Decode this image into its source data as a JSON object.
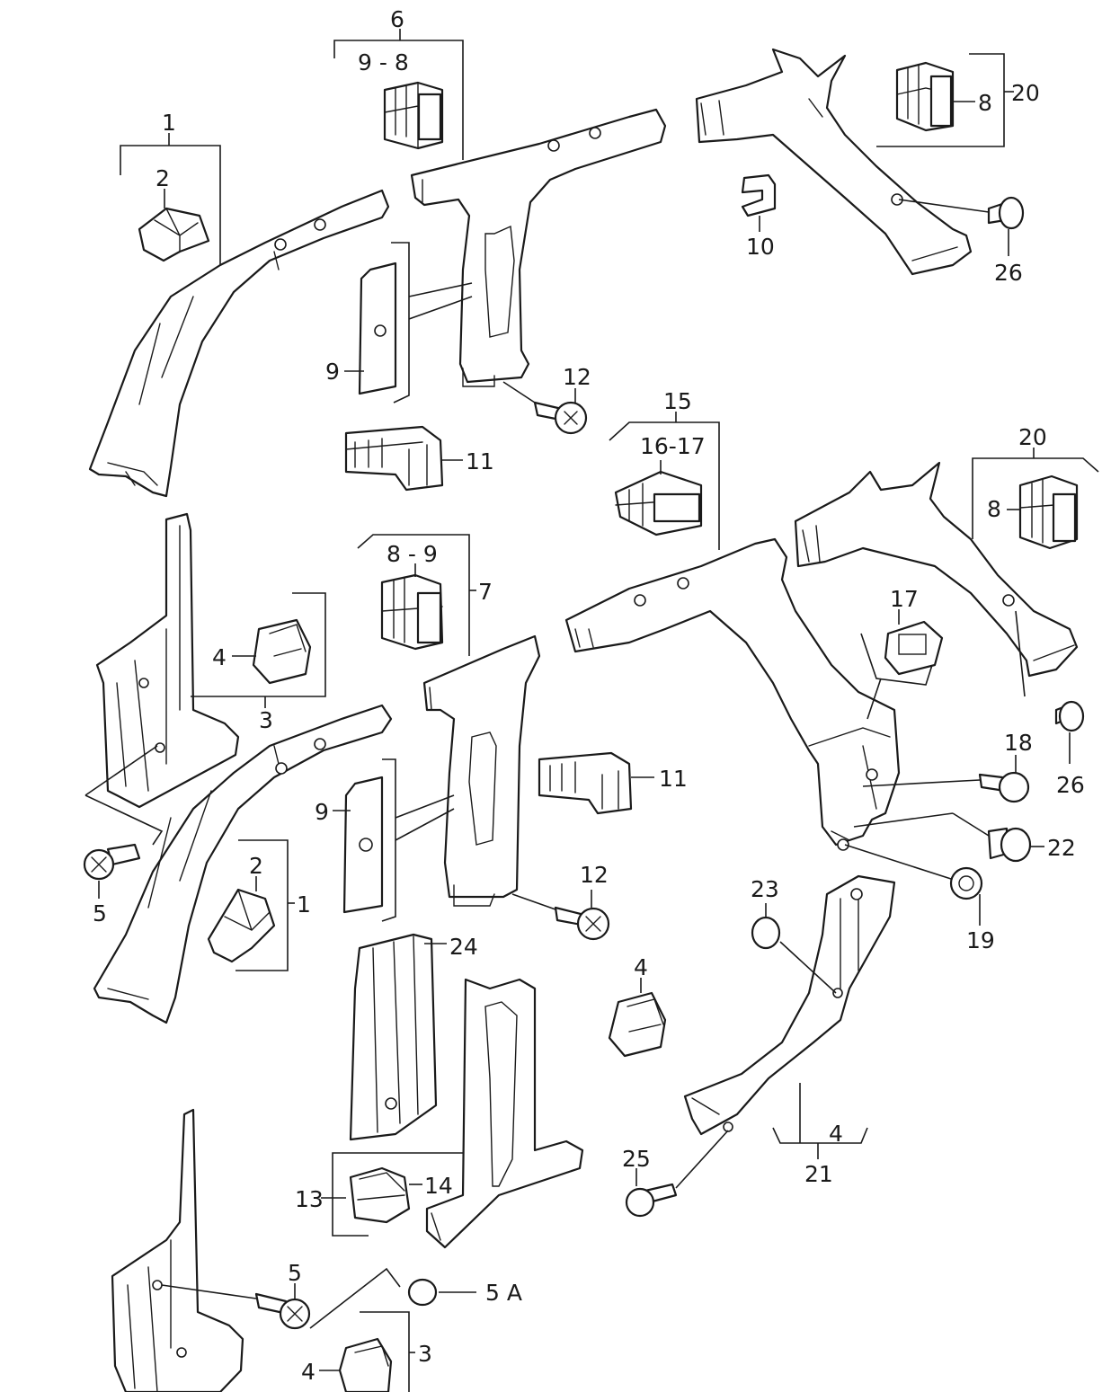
{
  "callouts": {
    "c_6": "6",
    "c_9_8_top": "9 - 8",
    "c_20_top": "20",
    "c_8_top": "8",
    "c_1_top": "1",
    "c_2_top": "2",
    "c_10": "10",
    "c_26_top": "26",
    "c_9_upper": "9",
    "c_12_upper": "12",
    "c_11_upper": "11",
    "c_15": "15",
    "c_16_17": "16-17",
    "c_20_mid": "20",
    "c_8_mid": "8",
    "c_8_9": "8 - 9",
    "c_7": "7",
    "c_4_left": "4",
    "c_3_left": "3",
    "c_17": "17",
    "c_26_mid": "26",
    "c_18": "18",
    "c_11_lower": "11",
    "c_9_lower": "9",
    "c_22": "22",
    "c_2_lower": "2",
    "c_1_lower": "1",
    "c_5_left": "5",
    "c_12_lower": "12",
    "c_23": "23",
    "c_19": "19",
    "c_24": "24",
    "c_4_center": "4",
    "c_4_right": "4",
    "c_21": "21",
    "c_25": "25",
    "c_13": "13",
    "c_14": "14",
    "c_5_bottom": "5",
    "c_5A": "5 A",
    "c_3_bottom": "3",
    "c_4_bottom": "4"
  }
}
